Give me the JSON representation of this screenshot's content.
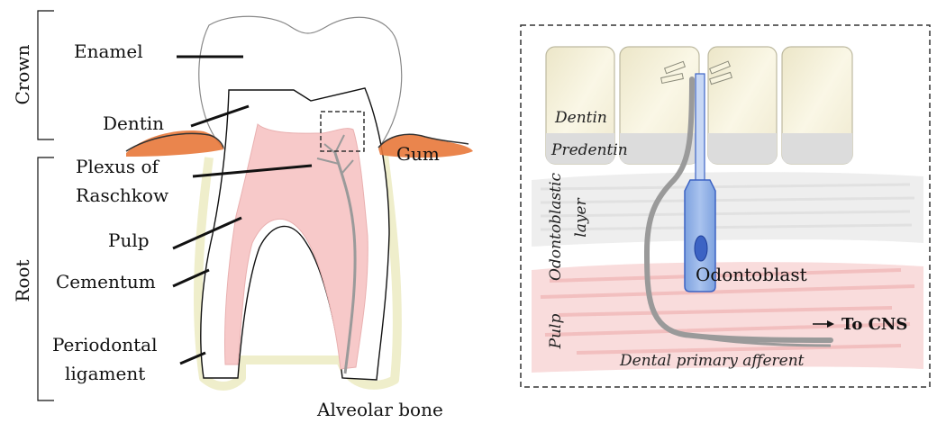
{
  "left_panel": {
    "regions": {
      "crown": "Crown",
      "root": "Root"
    },
    "labels": {
      "enamel": "Enamel",
      "dentin": "Dentin",
      "gum": "Gum",
      "plexus_line1": "Plexus of",
      "plexus_line2": "Raschkow",
      "pulp": "Pulp",
      "cementum": "Cementum",
      "periodontal_line1": "Periodontal",
      "periodontal_line2": "ligament",
      "alveolar_bone": "Alveolar bone"
    }
  },
  "right_panel": {
    "labels": {
      "dentin": "Dentin",
      "predentin": "Predentin",
      "odontoblastic_line1": "Odontoblastic",
      "odontoblastic_line2": "layer",
      "pulp": "Pulp",
      "odontoblast": "Odontoblast",
      "to_cns": "To CNS",
      "afferent": "Dental primary afferent"
    }
  },
  "colors": {
    "pulp_fill": "#f7c9c9",
    "gum": "#e8783a",
    "periodontal_ligament": "#efeecb",
    "odontoblast_cell": "#8fb0e6",
    "nucleus": "#3c63c4",
    "nerve": "#9a9a9a",
    "dentin_block": "#f4f1dc",
    "predentin_block": "#dcdcdc",
    "pulp_hatch": "#f2b8b8",
    "layer_hatch": "#e2e2e2"
  }
}
